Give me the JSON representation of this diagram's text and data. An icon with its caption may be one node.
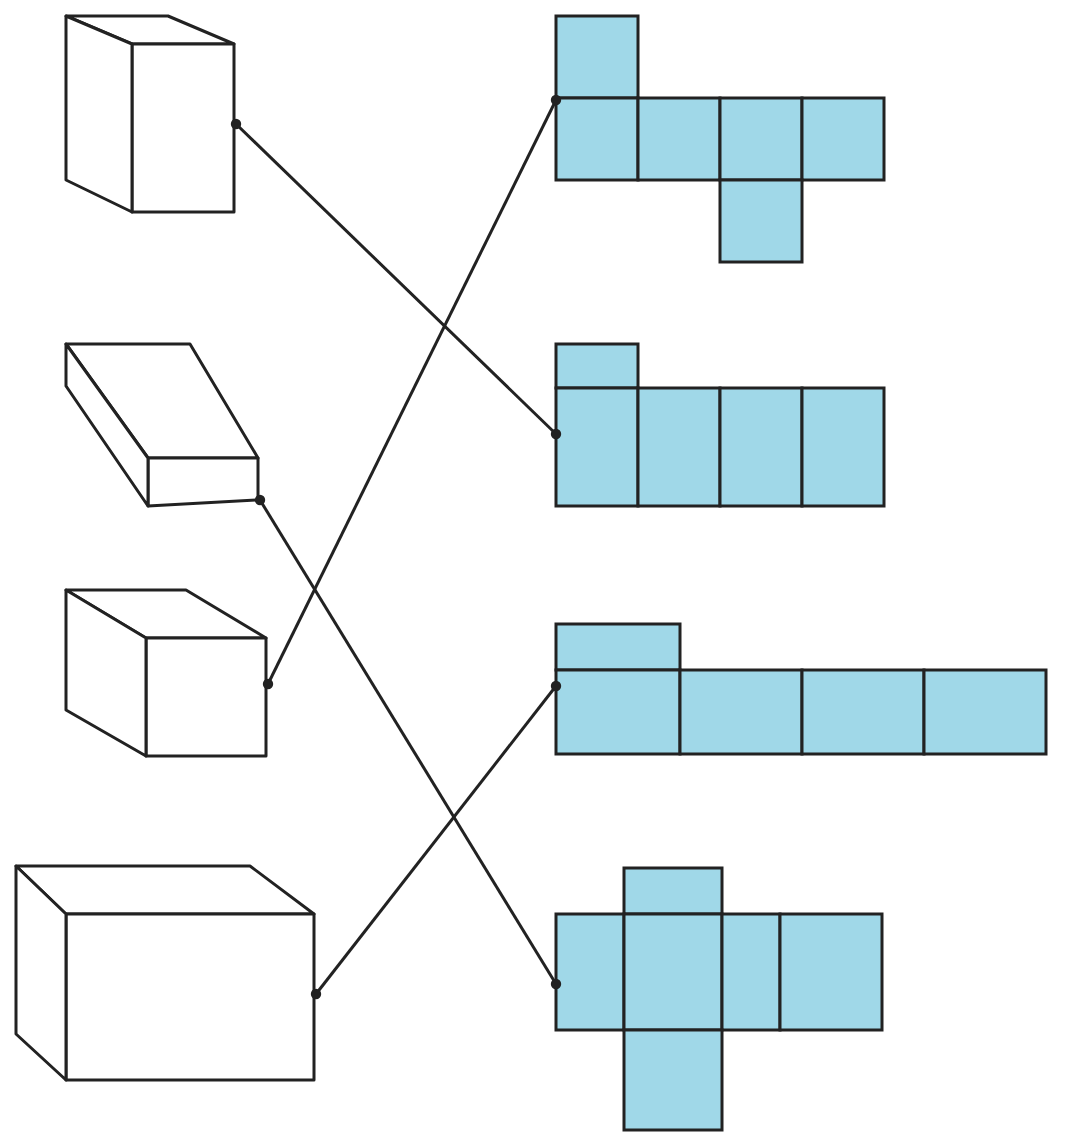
{
  "diagram": {
    "nodes": [
      {
        "text": [],
        "shape": "cuboid"
      },
      {
        "text": [],
        "shape": "cuboid"
      },
      {
        "text": [],
        "shape": "cuboid"
      },
      {
        "text": [],
        "shape": "cuboid"
      },
      {
        "text": [],
        "shape": "net"
      },
      {
        "text": [],
        "shape": "net"
      },
      {
        "text": [],
        "shape": "net"
      },
      {
        "text": [],
        "shape": "net"
      }
    ],
    "edges": [
      {
        "from": 0,
        "to": 5,
        "arrow": "other"
      },
      {
        "from": 1,
        "to": 7,
        "arrow": "other"
      },
      {
        "from": 2,
        "to": 4,
        "arrow": "other"
      },
      {
        "from": 3,
        "to": 6,
        "arrow": "other"
      }
    ]
  }
}
